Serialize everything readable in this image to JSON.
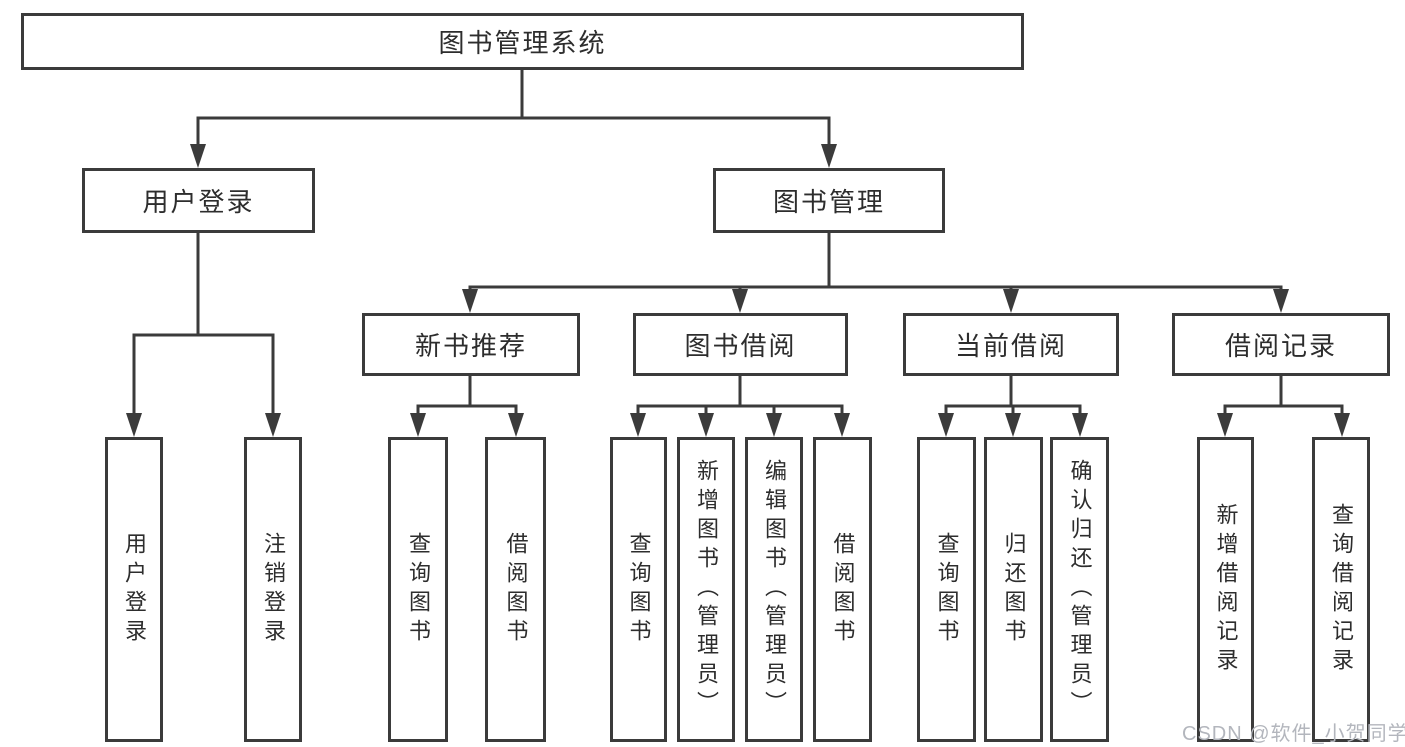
{
  "diagram": {
    "root": {
      "label": "图书管理系统"
    },
    "branches": [
      {
        "label": "用户登录",
        "children": [
          {
            "label": "用户登录"
          },
          {
            "label": "注销登录"
          }
        ]
      },
      {
        "label": "图书管理",
        "children": [
          {
            "label": "新书推荐",
            "children": [
              {
                "label": "查询图书"
              },
              {
                "label": "借阅图书"
              }
            ]
          },
          {
            "label": "图书借阅",
            "children": [
              {
                "label": "查询图书"
              },
              {
                "label": "新增图书（管理员）"
              },
              {
                "label": "编辑图书（管理员）"
              },
              {
                "label": "借阅图书"
              }
            ]
          },
          {
            "label": "当前借阅",
            "children": [
              {
                "label": "查询图书"
              },
              {
                "label": "归还图书"
              },
              {
                "label": "确认归还（管理员）"
              }
            ]
          },
          {
            "label": "借阅记录",
            "children": [
              {
                "label": "新增借阅记录"
              },
              {
                "label": "查询借阅记录"
              }
            ]
          }
        ]
      }
    ]
  },
  "watermark": {
    "text": "CSDN @软件_小贺同学"
  },
  "colors": {
    "line": "#3b3b3b",
    "box_border": "#3b3b3b",
    "text": "#2d2d2d",
    "background": "#ffffff",
    "watermark": "#b3b6bd"
  }
}
